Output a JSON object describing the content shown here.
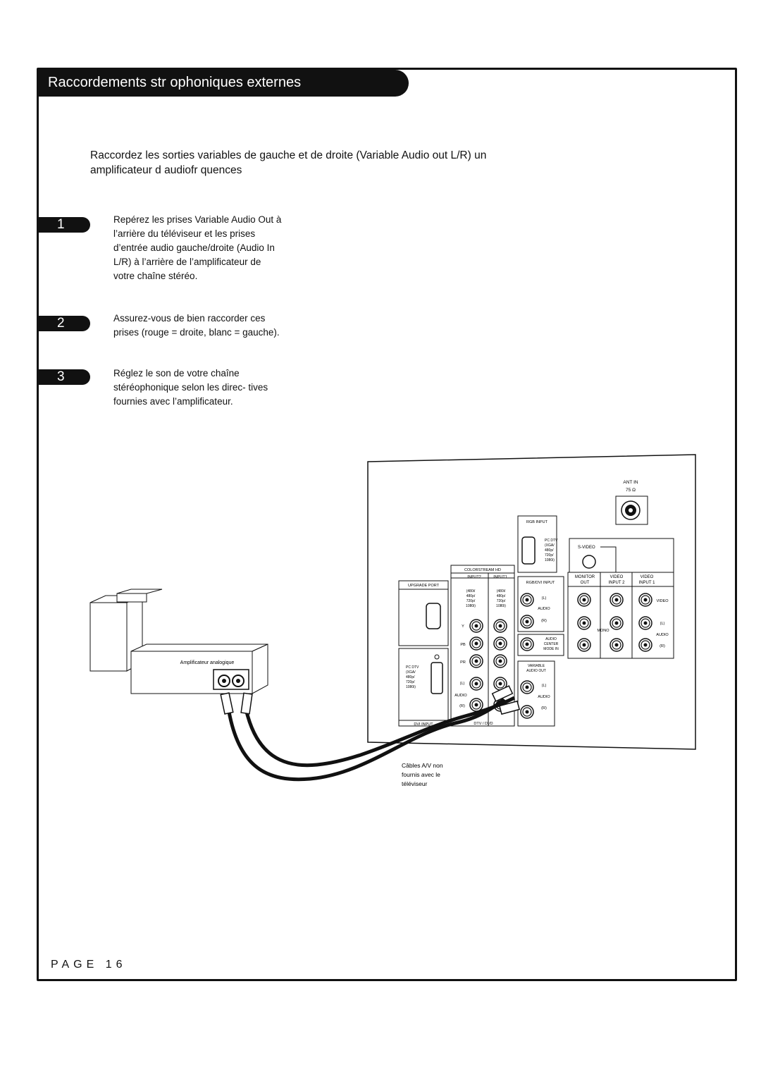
{
  "header": {
    "title": "Raccordements str ophoniques externes"
  },
  "intro": {
    "text": "Raccordez les sorties variables de gauche et de droite (Variable Audio out L/R)   un amplificateur d audiofr quences"
  },
  "steps": [
    {
      "number": "1",
      "text": "Repérez les prises Variable Audio Out à l’arrière du téléviseur et les prises d’entrée audio gauche/droite (Audio In L/R) à l’arrière de l’amplificateur de votre chaîne stéréo."
    },
    {
      "number": "2",
      "text": "Assurez-vous de bien raccorder ces prises (rouge = droite, blanc = gauche)."
    },
    {
      "number": "3",
      "text": "Réglez le son de votre chaîne stéréophonique selon les direc- tives fournies avec l’amplificateur."
    }
  ],
  "diagram": {
    "amplifier_label": "Amplificateur analogique",
    "cable_caption": [
      "Câbles A/V non",
      "fournis avec le",
      "téléviseur"
    ],
    "ant_in": [
      "ANT IN",
      "75 Ω"
    ],
    "rgb_input": "RGB INPUT",
    "pc_dtv_top": [
      "PC DTV",
      "(XGA/",
      "480p/",
      "720p/",
      "1080i)"
    ],
    "s_video": "S-VIDEO",
    "colorstream": "COLORSTREAM HD",
    "input2": "INPUT2",
    "input1": "INPUT1",
    "formats": [
      "(480i/",
      "480p/",
      "720p/",
      "1080i)"
    ],
    "upgrade_port": "UPGRADE PORT",
    "rgb_dvi_input": "RGB/DVI INPUT",
    "monitor_out": [
      "MONITOR",
      "OUT"
    ],
    "video_input2": [
      "VIDEO",
      "INPUT 2"
    ],
    "video_input1": [
      "VIDEO",
      "INPUT 1"
    ],
    "video": "VIDEO",
    "mono": "MONO",
    "audio": "AUDIO",
    "left": "(L)",
    "right": "(R)",
    "audio_center": [
      "AUDIO",
      "CENTER",
      "MODE IN"
    ],
    "variable_audio_out": [
      "VARIABLE",
      "AUDIO OUT"
    ],
    "y": "Y",
    "pb": "PB",
    "pr": "PR",
    "pc_dtv_bottom": [
      "PC DTV",
      "(XGA/",
      "480p/",
      "720p/",
      "1080i)"
    ],
    "dvi_input": "DVI INPUT",
    "dtv_dvd": "DTV / DVD"
  },
  "footer": {
    "page": "PAGE 16"
  }
}
